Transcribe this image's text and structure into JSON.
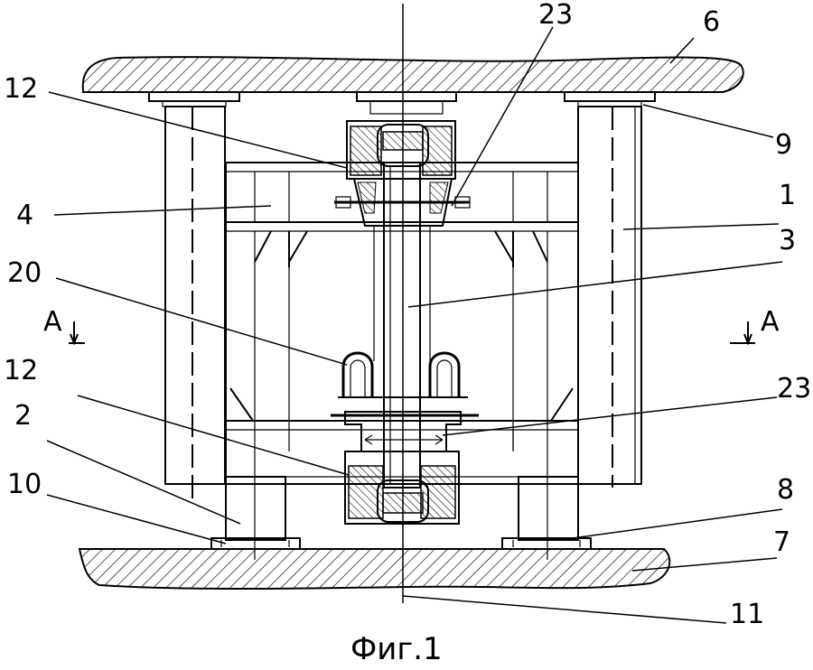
{
  "figure": {
    "caption": "Фиг.1",
    "section_left": "A",
    "section_right": "A",
    "labels": {
      "l6": "6",
      "l23_top": "23",
      "l12_top": "12",
      "l9": "9",
      "l4": "4",
      "l1": "1",
      "l3": "3",
      "l20": "20",
      "l12_bottom": "12",
      "l23_bottom": "23",
      "l2": "2",
      "l10": "10",
      "l8": "8",
      "l7": "7",
      "l11": "11"
    }
  },
  "colors": {
    "ink": "#000000",
    "paper": "#ffffff"
  }
}
